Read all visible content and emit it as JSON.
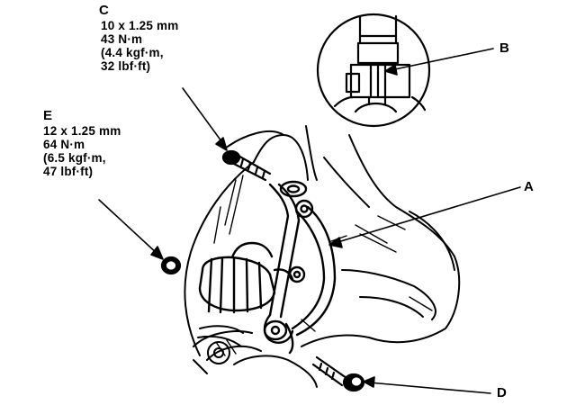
{
  "callouts": {
    "a": {
      "letter": "A"
    },
    "b": {
      "letter": "B"
    },
    "c": {
      "letter": "C",
      "spec": [
        "10 x 1.25 mm",
        "43 N·m",
        "(4.4 kgf·m,",
        "32 lbf·ft)"
      ]
    },
    "d": {
      "letter": "D"
    },
    "e": {
      "letter": "E",
      "spec": [
        "12 x 1.25 mm",
        "64 N·m",
        "(6.5 kgf·m,",
        "47 lbf·ft)"
      ]
    }
  }
}
